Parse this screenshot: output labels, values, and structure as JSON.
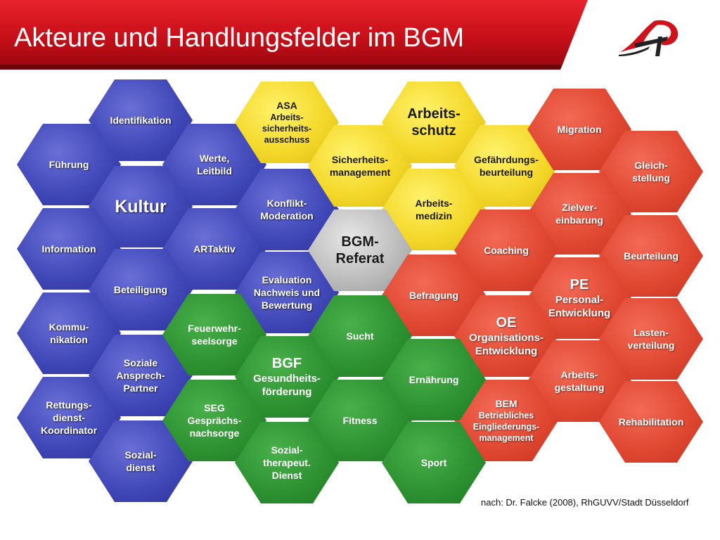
{
  "slide": {
    "title": "Akteure und Handlungsfelder im BGM",
    "credit": "nach: Dr. Falcke  (2008), RhGUVV/Stadt Düsseldorf"
  },
  "colors": {
    "header_red": "#d0121b",
    "blue": "#4148b8",
    "yellow": "#f4d82a",
    "red": "#e04832",
    "green": "#2e9232",
    "gray": "#bdbdbd"
  },
  "logo": {
    "icon": "company-logo-icon"
  },
  "hexagons": [
    {
      "id": "identifikation",
      "color": "blue",
      "title": "Identifikation"
    },
    {
      "id": "fuehrung",
      "color": "blue",
      "title": "Führung"
    },
    {
      "id": "werte",
      "color": "blue",
      "title": "Werte,\nLeitbild"
    },
    {
      "id": "kultur",
      "color": "blue",
      "title": "Kultur"
    },
    {
      "id": "information",
      "color": "blue",
      "title": "Information"
    },
    {
      "id": "artaktiv",
      "color": "blue",
      "title": "ARTaktiv"
    },
    {
      "id": "beteiligung",
      "color": "blue",
      "title": "Beteiligung"
    },
    {
      "id": "kommunikation",
      "color": "blue",
      "title": "Kommu-\nnikation"
    },
    {
      "id": "soziale-ansprechpartner",
      "color": "blue",
      "title": "Soziale\nAnsprech-\nPartner"
    },
    {
      "id": "rettungsdienst",
      "color": "blue",
      "title": "Rettungs-\ndienst-\nKoordinator"
    },
    {
      "id": "sozialdienst",
      "color": "blue",
      "title": "Sozial-\ndienst"
    },
    {
      "id": "konflikt",
      "color": "blue",
      "title": "Konflikt-\nModeration"
    },
    {
      "id": "evaluation",
      "color": "blue",
      "title": "Evaluation\nNachweis und\nBewertung"
    },
    {
      "id": "asa",
      "color": "yellow",
      "title": "ASA",
      "subtitle": "Arbeits-\nsicherheits-\nausschuss"
    },
    {
      "id": "sicherheitsmanagement",
      "color": "yellow",
      "title": "Sicherheits-\nmanagement"
    },
    {
      "id": "arbeitsschutz",
      "color": "yellow",
      "title": "Arbeits-\nschutz"
    },
    {
      "id": "gefaehrdungsbeurteilung",
      "color": "yellow",
      "title": "Gefährdungs-\nbeurteilung"
    },
    {
      "id": "arbeitsmedizin",
      "color": "yellow",
      "title": "Arbeits-\nmedizin"
    },
    {
      "id": "bgm-referat",
      "color": "gray",
      "title": "BGM-\nReferat"
    },
    {
      "id": "migration",
      "color": "red",
      "title": "Migration"
    },
    {
      "id": "gleichstellung",
      "color": "red",
      "title": "Gleich-\nstellung"
    },
    {
      "id": "zielvereinbarung",
      "color": "red",
      "title": "Zielver-\neinbarung"
    },
    {
      "id": "coaching",
      "color": "red",
      "title": "Coaching"
    },
    {
      "id": "beurteilung",
      "color": "red",
      "title": "Beurteilung"
    },
    {
      "id": "pe",
      "color": "red",
      "title": "PE",
      "subtitle": "Personal-\nEntwicklung"
    },
    {
      "id": "befragung",
      "color": "red",
      "title": "Befragung"
    },
    {
      "id": "oe",
      "color": "red",
      "title": "OE",
      "subtitle": "Organisations-\nEntwicklung"
    },
    {
      "id": "lastenverteilung",
      "color": "red",
      "title": "Lasten-\nverteilung"
    },
    {
      "id": "arbeitsgestaltung",
      "color": "red",
      "title": "Arbeits-\ngestaltung"
    },
    {
      "id": "bem",
      "color": "red",
      "title": "BEM",
      "subtitle": "Betriebliches\nEingliederungs-\nmanagement"
    },
    {
      "id": "rehabilitation",
      "color": "red",
      "title": "Rehabilitation"
    },
    {
      "id": "feuerwehrseelsorge",
      "color": "green",
      "title": "Feuerwehr-\nseelsorge"
    },
    {
      "id": "sucht",
      "color": "green",
      "title": "Sucht"
    },
    {
      "id": "bgf",
      "color": "green",
      "title": "BGF",
      "subtitle": "Gesundheits-\nförderung"
    },
    {
      "id": "ernaehrung",
      "color": "green",
      "title": "Ernährung"
    },
    {
      "id": "seg",
      "color": "green",
      "title": "SEG\nGesprächs-\nnachsorge"
    },
    {
      "id": "fitness",
      "color": "green",
      "title": "Fitness"
    },
    {
      "id": "sozialtherapeut",
      "color": "green",
      "title": "Sozial-\ntherapeut.\nDienst"
    },
    {
      "id": "sport",
      "color": "green",
      "title": "Sport"
    }
  ]
}
